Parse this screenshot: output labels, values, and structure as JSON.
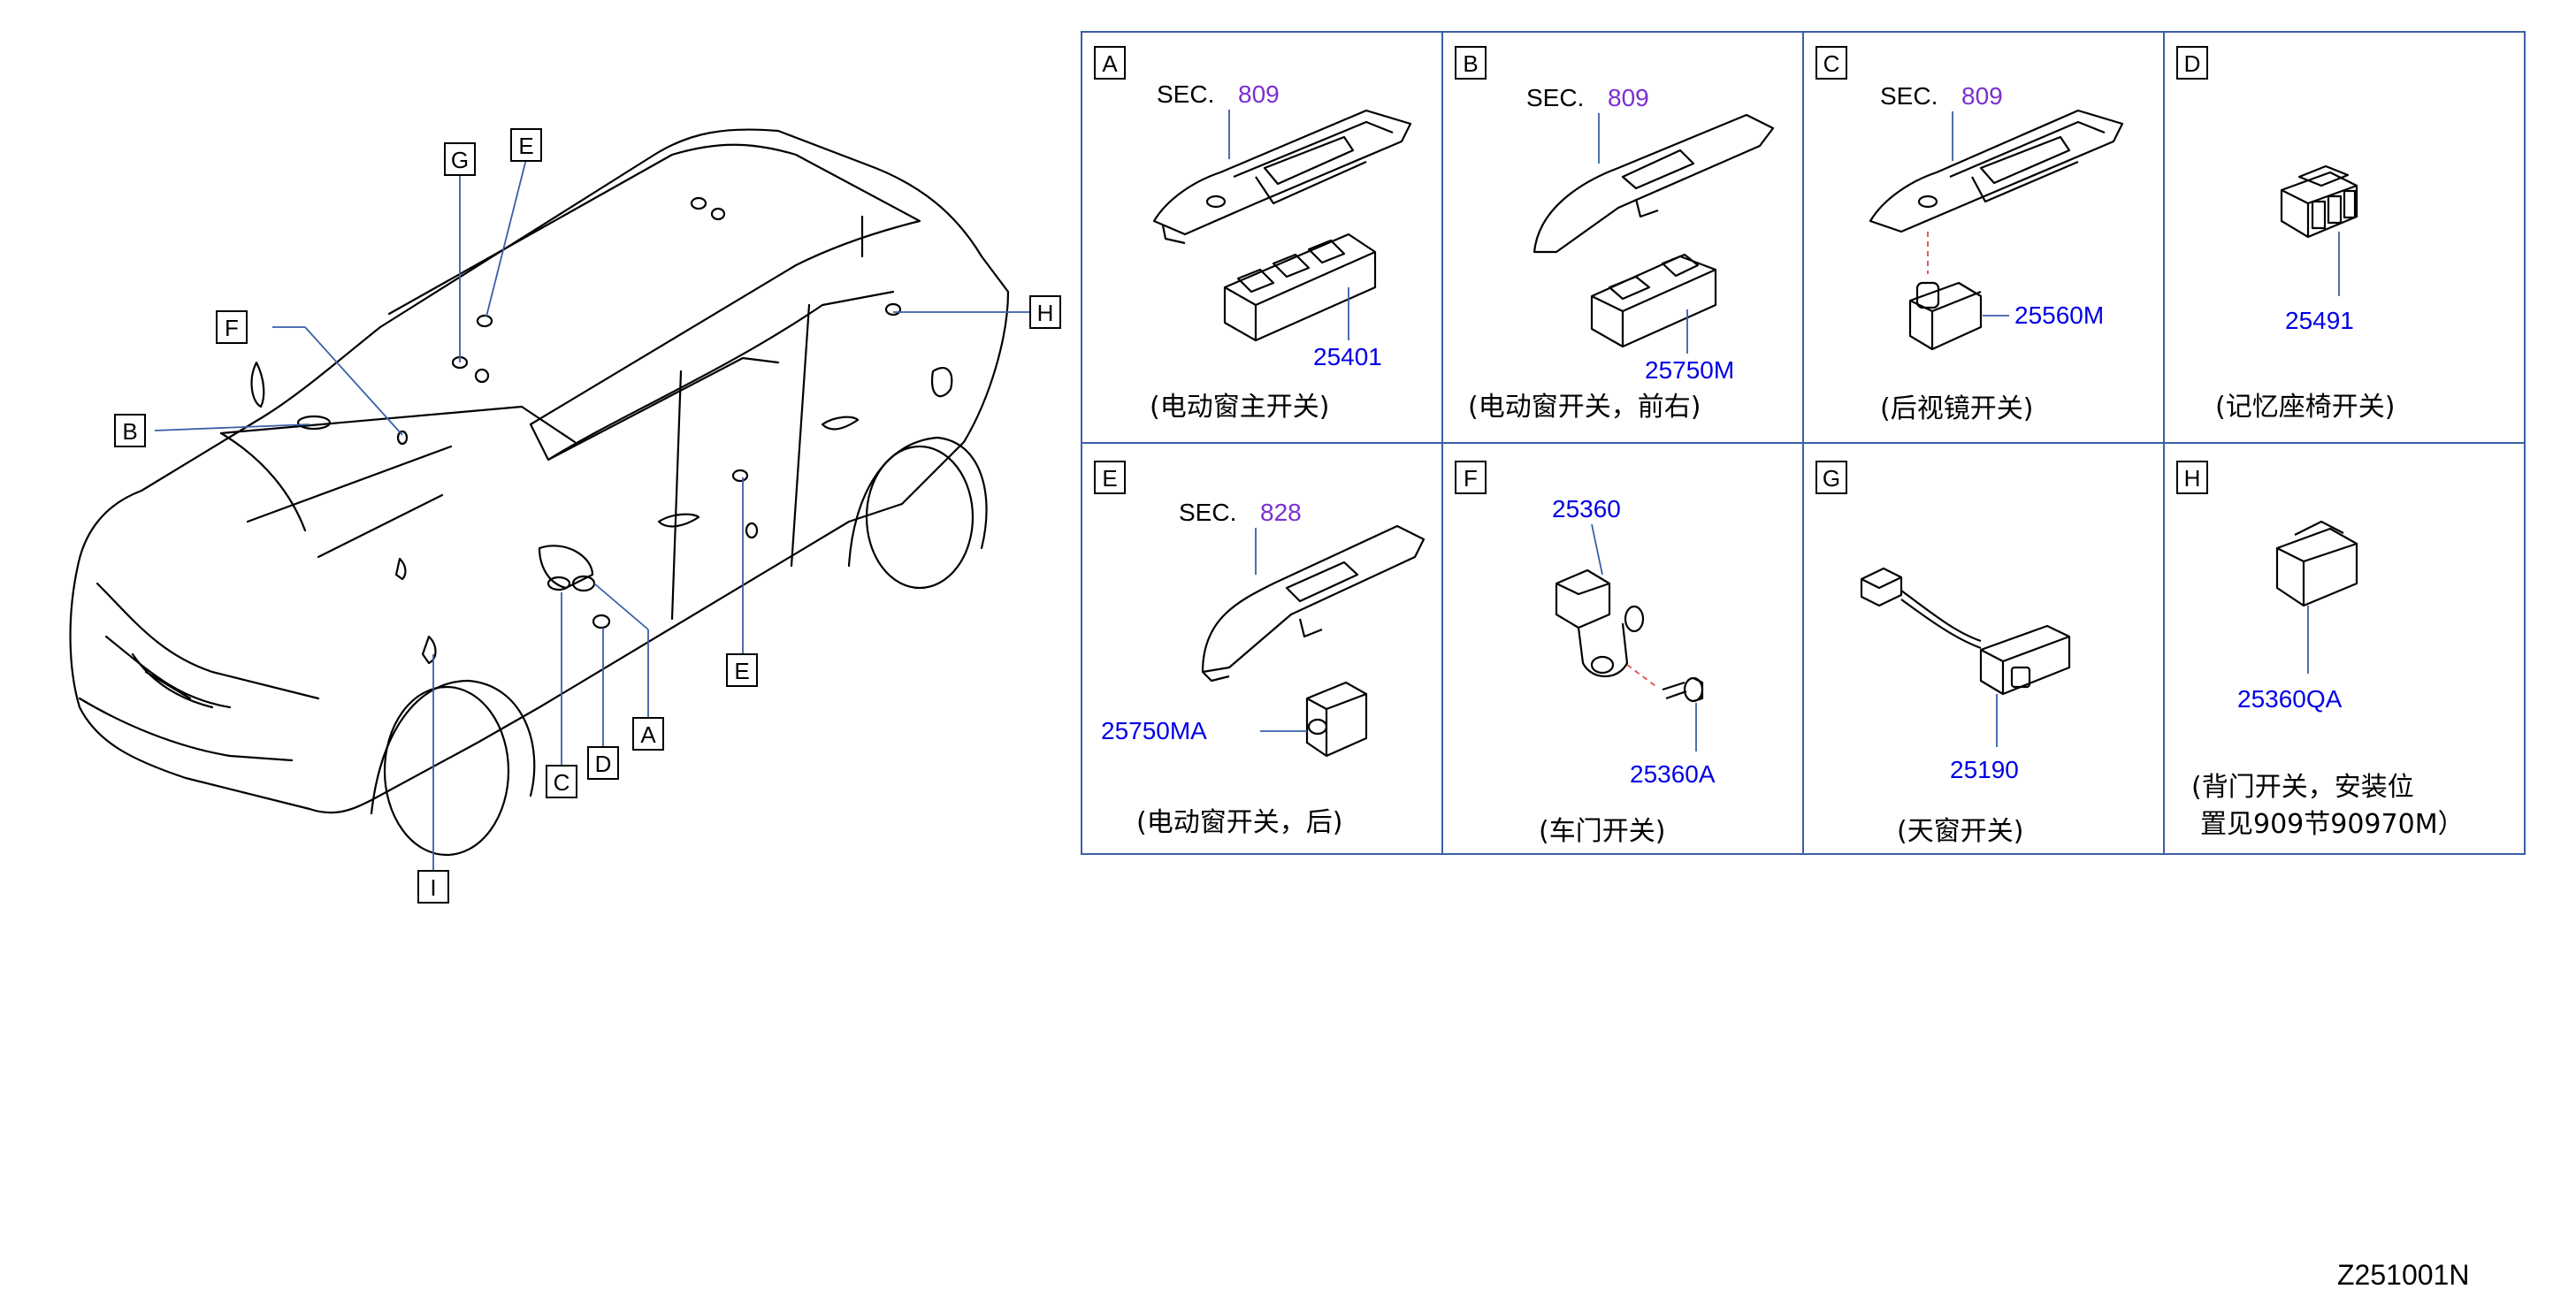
{
  "colors": {
    "line": "#000000",
    "part_number": "#0000e6",
    "section_ref": "#7b2fd0",
    "panel_border": "#3a5fa8",
    "leader": "#3a5fa8",
    "dash": "#e05a5a"
  },
  "car_callouts": {
    "A": "A",
    "B": "B",
    "C": "C",
    "D": "D",
    "E_top": "E",
    "E_side": "E",
    "F": "F",
    "G": "G",
    "H": "H",
    "I": "I"
  },
  "panels": {
    "A": {
      "letter": "A",
      "sec_label": "SEC.",
      "sec_num": "809",
      "part": "25401",
      "caption": "(电动窗主开关)"
    },
    "B": {
      "letter": "B",
      "sec_label": "SEC.",
      "sec_num": "809",
      "part": "25750M",
      "caption": "(电动窗开关，前右)"
    },
    "C": {
      "letter": "C",
      "sec_label": "SEC.",
      "sec_num": "809",
      "part": "25560M",
      "caption": "(后视镜开关)"
    },
    "D": {
      "letter": "D",
      "part": "25491",
      "caption": "(记忆座椅开关)"
    },
    "E": {
      "letter": "E",
      "sec_label": "SEC.",
      "sec_num": "828",
      "part": "25750MA",
      "caption": "(电动窗开关，后)"
    },
    "F": {
      "letter": "F",
      "part_top": "25360",
      "part_bottom": "25360A",
      "caption": "(车门开关)"
    },
    "G": {
      "letter": "G",
      "part": "25190",
      "caption": "(天窗开关)"
    },
    "H": {
      "letter": "H",
      "part": "25360QA",
      "caption_line1": "(背门开关，安装位",
      "caption_line2": "置见909节90970M）"
    }
  },
  "diagram_code": "Z251001N"
}
